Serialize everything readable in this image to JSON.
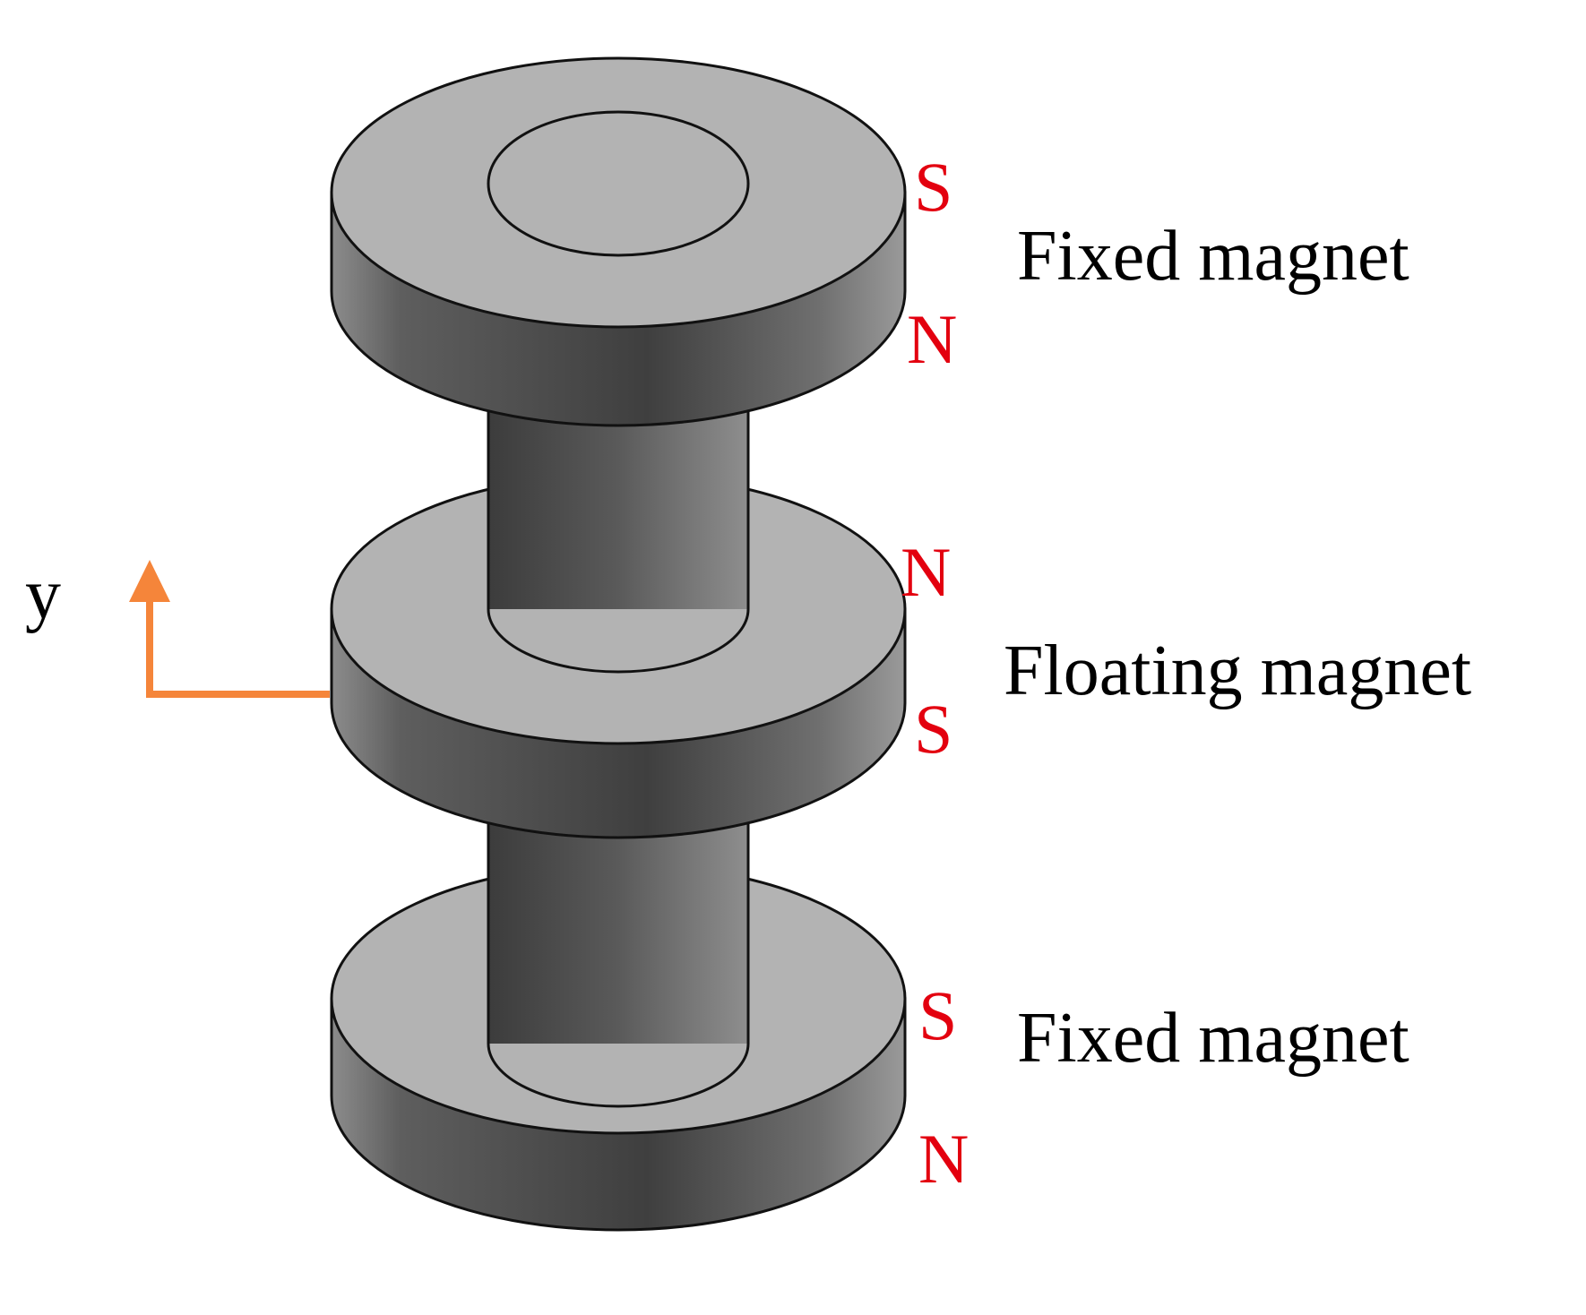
{
  "labels": {
    "top_magnet": "Fixed magnet",
    "middle_magnet": "Floating magnet",
    "bottom_magnet": "Fixed magnet"
  },
  "poles": {
    "top_upper": "S",
    "top_lower": "N",
    "middle_upper": "N",
    "middle_lower": "S",
    "bottom_upper": "S",
    "bottom_lower": "N"
  },
  "axis": {
    "label": "y"
  },
  "colors": {
    "pole_text": "#e3000f",
    "axis_arrow": "#f5853a",
    "disk_top": "#b3b3b3",
    "disk_side_dark": "#3a3a3a",
    "disk_side_light": "#9a9a9a",
    "outline": "#111111"
  }
}
